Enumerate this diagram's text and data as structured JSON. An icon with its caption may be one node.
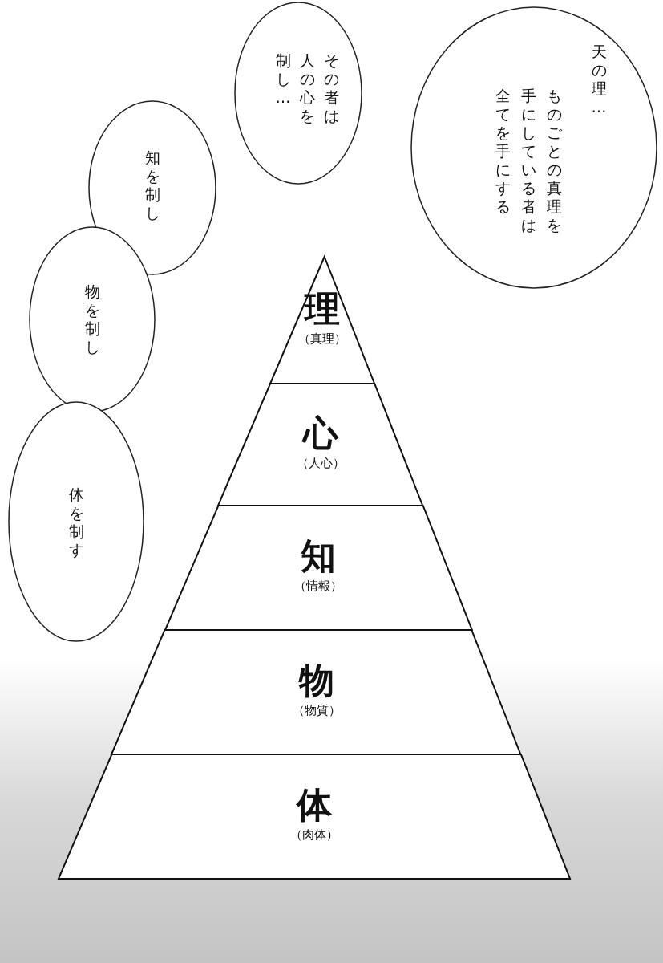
{
  "diagram": {
    "nodes": [
      {
        "text": [
          "天の理…",
          "ものごとの真理を",
          "手にしている者は",
          "全てを手にする"
        ]
      },
      {
        "text": [
          "その者は人の心を制し…"
        ]
      },
      {
        "text": [
          "知を制し"
        ]
      },
      {
        "text": [
          "物を制し"
        ]
      },
      {
        "text": [
          "体を制す"
        ]
      },
      {
        "text": [
          "理",
          "（真理）"
        ]
      },
      {
        "text": [
          "心",
          "（人心）"
        ]
      },
      {
        "text": [
          "知",
          "（情報）"
        ]
      },
      {
        "text": [
          "物",
          "（物質）"
        ]
      },
      {
        "text": [
          "体",
          "（肉体）"
        ]
      }
    ]
  }
}
